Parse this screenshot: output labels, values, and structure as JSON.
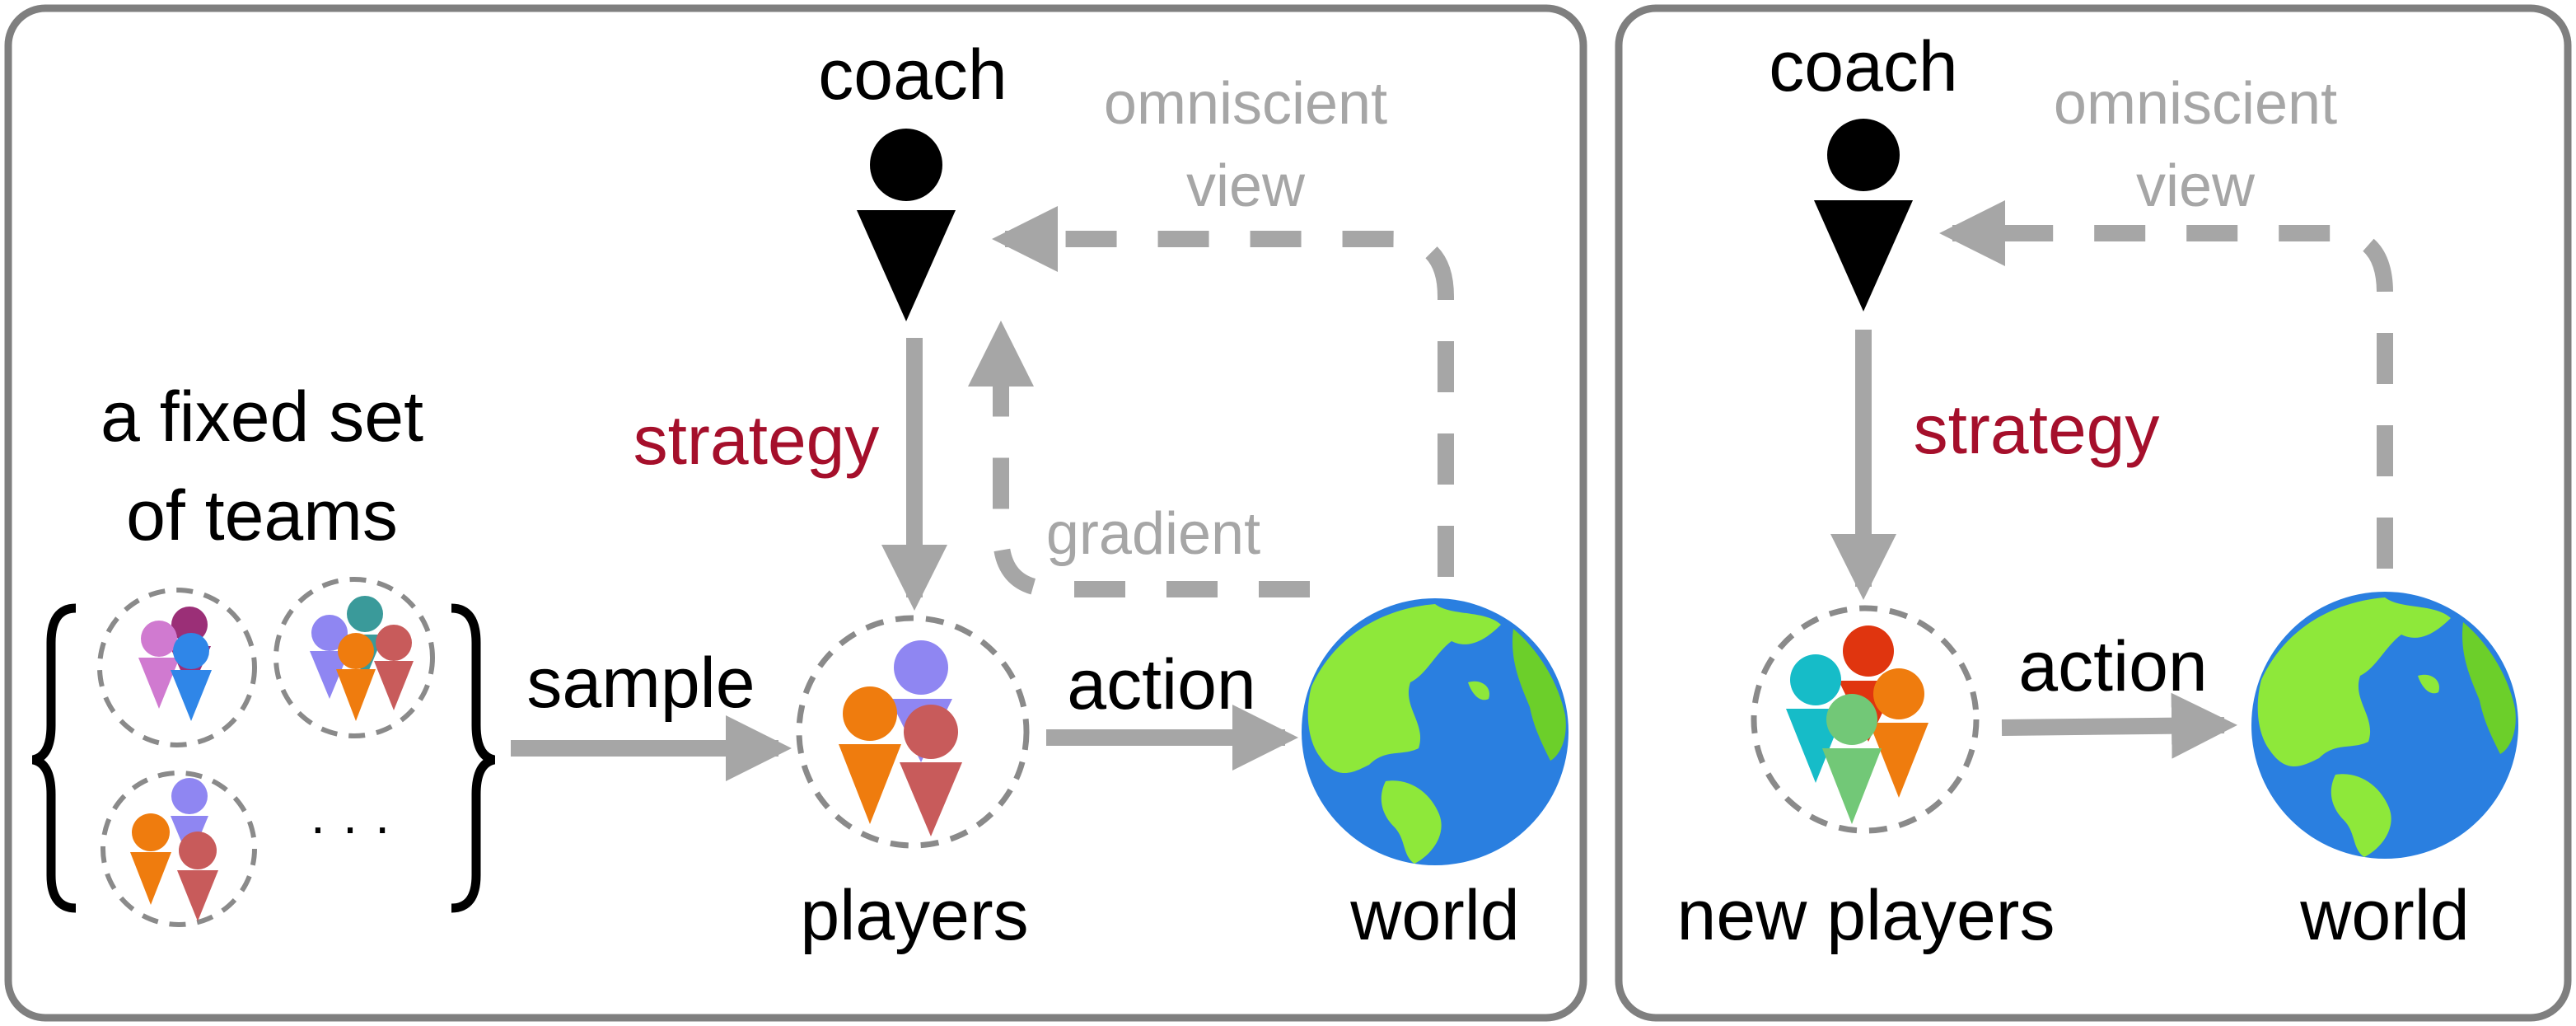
{
  "colors": {
    "panel_border": "#7f7f7f",
    "arrow_gray": "#a6a6a6",
    "label_gray": "#a6a6a6",
    "strategy_red": "#a50f2b",
    "text_black": "#000000",
    "ocean": "#2a7fe0",
    "land": "#8ee83a",
    "figure_violet": "#8f86f2",
    "figure_orange": "#ef7c0e",
    "figure_red": "#c85b5b",
    "figure_pink": "#d07ad0",
    "figure_plum": "#9b2f77",
    "figure_blue": "#2f86e8",
    "figure_teal": "#3a9a9a",
    "figure_cyan": "#16bcc8",
    "figure_green": "#72c877",
    "figure_crimson": "#e0350f"
  },
  "left_panel": {
    "coach_label": "coach",
    "omniscient_line1": "omniscient",
    "omniscient_line2": "view",
    "strategy_label": "strategy",
    "gradient_label": "gradient",
    "teams_line1": "a fixed set",
    "teams_line2": "of teams",
    "sample_label": "sample",
    "action_label": "action",
    "players_label": "players",
    "world_label": "world",
    "ellipsis": "· · ·"
  },
  "right_panel": {
    "coach_label": "coach",
    "omniscient_line1": "omniscient",
    "omniscient_line2": "view",
    "strategy_label": "strategy",
    "action_label": "action",
    "players_label": "new players",
    "world_label": "world"
  },
  "icons": {
    "coach": "coach-person-icon",
    "team": "team-group-icon",
    "globe": "earth-globe-icon"
  }
}
